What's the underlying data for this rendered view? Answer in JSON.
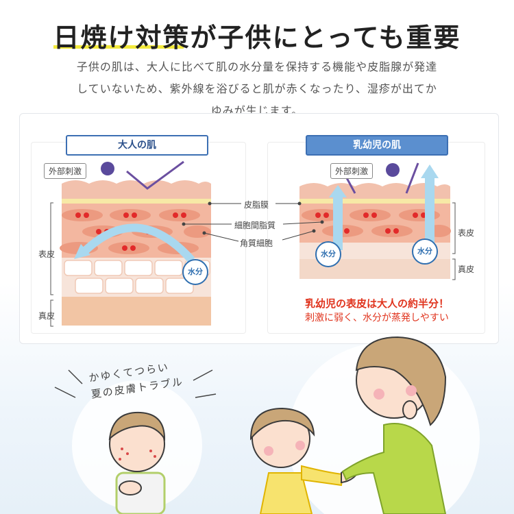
{
  "title": "日焼け対策が子供にとっても重要",
  "intro": {
    "line1": "子供の肌は、大人に比べて肌の水分量を保持する機能や皮脂腺が発達",
    "line2": "していないため、紫外線を浴びると肌が赤くなったり、湿疹が出てか",
    "line3": "ゆみが生じます。"
  },
  "adult": {
    "tag": "大人の肌",
    "stimulus": "外部刺激",
    "water": "水分",
    "epidermis": "表皮",
    "dermis": "真皮"
  },
  "center_labels": {
    "sebum": "皮脂膜",
    "intercellular": "細胞間脂質",
    "corneocyte": "角質細胞"
  },
  "infant": {
    "tag": "乳幼児の肌",
    "stimulus": "外部刺激",
    "water_left": "水分",
    "water_right": "水分",
    "epidermis": "表皮",
    "dermis": "真皮",
    "callout": "乳幼児の表皮は大人の約半分！",
    "callout_sub": "刺激に弱く、水分が蒸発しやすい"
  },
  "trouble": {
    "line1": "かゆくてつらい",
    "line2": "夏の皮膚トラブル"
  },
  "colors": {
    "accent_yellow": "#f3ea3c",
    "adult_tag_border": "#3c6fb3",
    "infant_tag_bg": "#5b8fcf",
    "alert_red": "#e0341e",
    "arrow_purple": "#6b4fa0",
    "water_blue": "#a9d8ef"
  }
}
